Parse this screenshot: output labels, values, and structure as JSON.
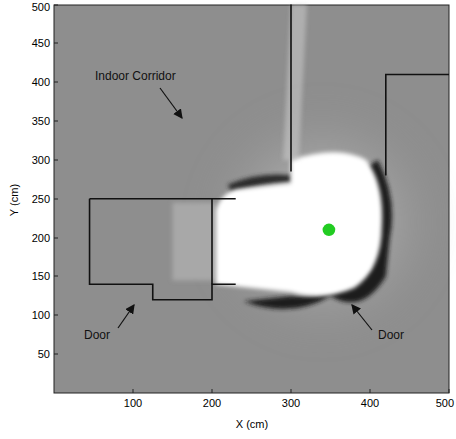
{
  "diagram": {
    "labels": [
      "Indoor Corridor",
      "Door",
      "Door",
      "500",
      "450",
      "400",
      "350",
      "300",
      "250",
      "200",
      "150",
      "100",
      "50",
      "100",
      "200",
      "300",
      "400",
      "500",
      "Y (cm)",
      "X (cm)"
    ]
  }
}
